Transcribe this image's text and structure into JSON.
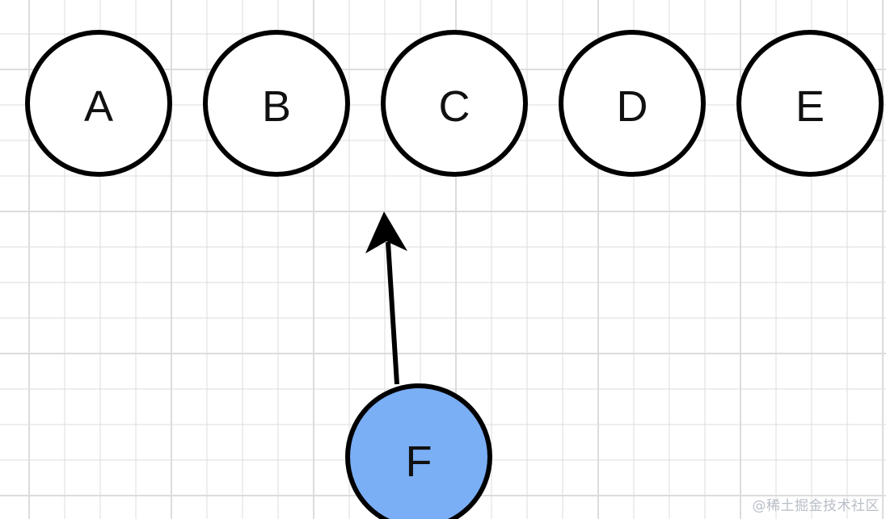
{
  "diagram": {
    "nodes": [
      {
        "id": "A",
        "label": "A",
        "highlighted": false
      },
      {
        "id": "B",
        "label": "B",
        "highlighted": false
      },
      {
        "id": "C",
        "label": "C",
        "highlighted": false
      },
      {
        "id": "D",
        "label": "D",
        "highlighted": false
      },
      {
        "id": "E",
        "label": "E",
        "highlighted": false
      },
      {
        "id": "F",
        "label": "F",
        "highlighted": true
      }
    ],
    "edges": [
      {
        "from": "F",
        "to": "C",
        "directed": true
      }
    ],
    "colors": {
      "background": "#ffffff",
      "grid": "#dcdcdc",
      "node_fill": "#ffffff",
      "node_highlight_fill": "#7aaef5",
      "node_stroke": "#000000",
      "edge": "#000000"
    },
    "grid": true
  },
  "watermark": {
    "text": "@稀土掘金技术社区"
  }
}
